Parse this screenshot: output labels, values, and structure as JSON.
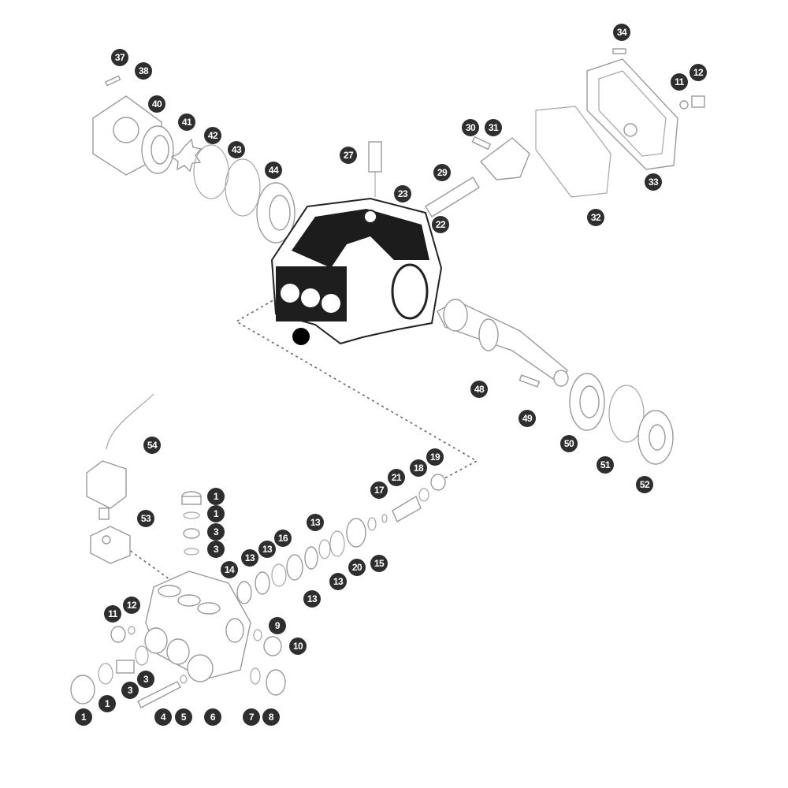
{
  "diagram": {
    "title": "Exploded parts diagram of plunger pump",
    "callouts": [
      "37",
      "38",
      "40",
      "41",
      "42",
      "43",
      "44",
      "27",
      "30",
      "31",
      "29",
      "23",
      "22",
      "34",
      "11",
      "12",
      "33",
      "32",
      "48",
      "49",
      "50",
      "51",
      "52",
      "54",
      "53",
      "19",
      "18",
      "21",
      "17",
      "1",
      "1",
      "3",
      "3",
      "13",
      "16",
      "13",
      "13",
      "14",
      "20",
      "15",
      "13",
      "13",
      "11",
      "12",
      "9",
      "10",
      "3",
      "3",
      "1",
      "1",
      "4",
      "5",
      "6",
      "7",
      "8"
    ]
  }
}
